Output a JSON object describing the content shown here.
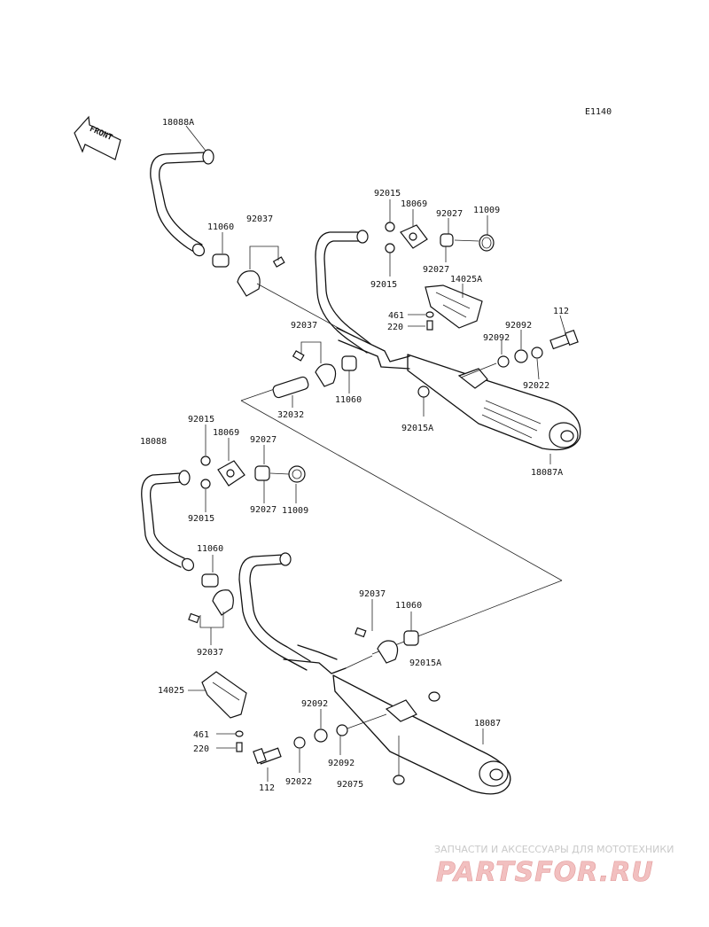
{
  "diagram_code": "E1140",
  "front_arrow_label": "FRONT",
  "labels": {
    "p18088A": "18088A",
    "p11060_a": "11060",
    "p92037_a": "92037",
    "p92015_top": "92015",
    "p18069_top": "18069",
    "p92027_top1": "92027",
    "p11009_top": "11009",
    "p92027_top2": "92027",
    "p92015_top2": "92015",
    "p14025A": "14025A",
    "p461_top": "461",
    "p220_top": "220",
    "p112_top": "112",
    "p92092_top1": "92092",
    "p92092_top2": "92092",
    "p92022_top": "92022",
    "p92037_b": "92037",
    "p11060_b": "11060",
    "p32032": "32032",
    "p92015A_top": "92015A",
    "p18087A": "18087A",
    "p18088": "18088",
    "p92015_low1": "92015",
    "p18069_low": "18069",
    "p92027_low1": "92027",
    "p92027_low2": "92027",
    "p11009_low": "11009",
    "p92015_low2": "92015",
    "p11060_c": "11060",
    "p92037_c": "92037",
    "p92037_d": "92037",
    "p11060_d": "11060",
    "p92015A_low": "92015A",
    "p14025": "14025",
    "p461_low": "461",
    "p220_low": "220",
    "p92092_low1": "92092",
    "p92092_low2": "92092",
    "p18087": "18087",
    "p112_low": "112",
    "p92022_low": "92022",
    "p92075": "92075"
  },
  "watermark": {
    "tagline": "ЗАПЧАСТИ И АКСЕССУАРЫ ДЛЯ МОТОТЕХНИКИ",
    "logo": "PARTSFOR.RU"
  }
}
